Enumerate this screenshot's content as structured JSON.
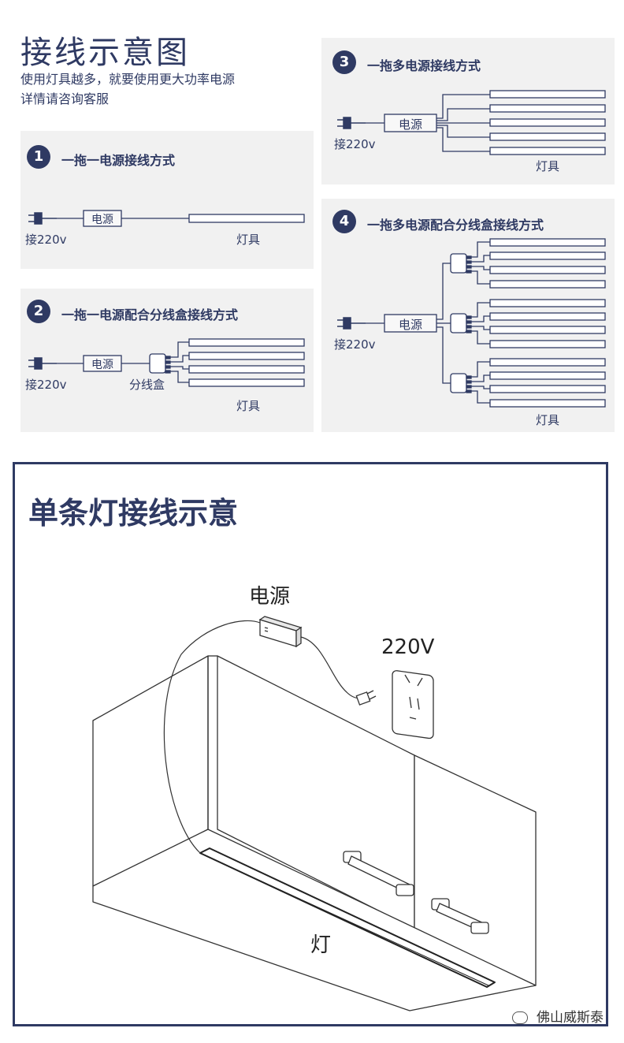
{
  "header": {
    "title": "接线示意图",
    "subtitle_line1": "使用灯具越多，就要使用更大功率电源",
    "subtitle_line2": "详情请咨询客服"
  },
  "panels": [
    {
      "number": "1",
      "title": "一拖一电源接线方式",
      "power_label": "电源",
      "input_label": "接220v",
      "lamp_label": "灯具"
    },
    {
      "number": "2",
      "title": "一拖一电源配合分线盒接线方式",
      "power_label": "电源",
      "input_label": "接220v",
      "splitter_label": "分线盒",
      "lamp_label": "灯具"
    },
    {
      "number": "3",
      "title": "一拖多电源接线方式",
      "power_label": "电源",
      "input_label": "接220v",
      "lamp_label": "灯具"
    },
    {
      "number": "4",
      "title": "一拖多电源配合分线盒接线方式",
      "power_label": "电源",
      "input_label": "接220v",
      "lamp_label": "灯具"
    }
  ],
  "single": {
    "title": "单条灯接线示意",
    "power_label": "电源",
    "voltage_label": "220V",
    "lamp_label": "灯"
  },
  "watermark": "佛山威斯泰"
}
